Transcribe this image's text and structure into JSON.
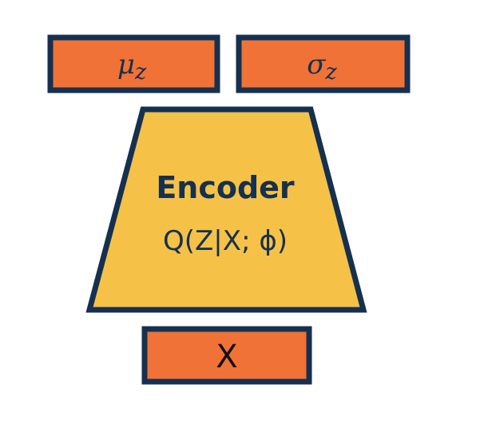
{
  "diagram": {
    "colors": {
      "box_fill": "#F07237",
      "encoder_fill": "#F5C247",
      "stroke": "#16304F",
      "text": "#16304F",
      "x_text": "#111111",
      "background": "#FFFFFF"
    },
    "outputs": {
      "mu": {
        "symbol": "μ",
        "subscript": "z"
      },
      "sigma": {
        "symbol": "σ",
        "subscript": "z"
      }
    },
    "encoder": {
      "title": "Encoder",
      "formula_prefix": "Q(",
      "formula_z": "Z",
      "formula_mid": "|",
      "formula_x": "X",
      "formula_sep": "; ",
      "formula_phi": "ϕ",
      "formula_suffix": ")"
    },
    "input": {
      "label": "X"
    }
  }
}
